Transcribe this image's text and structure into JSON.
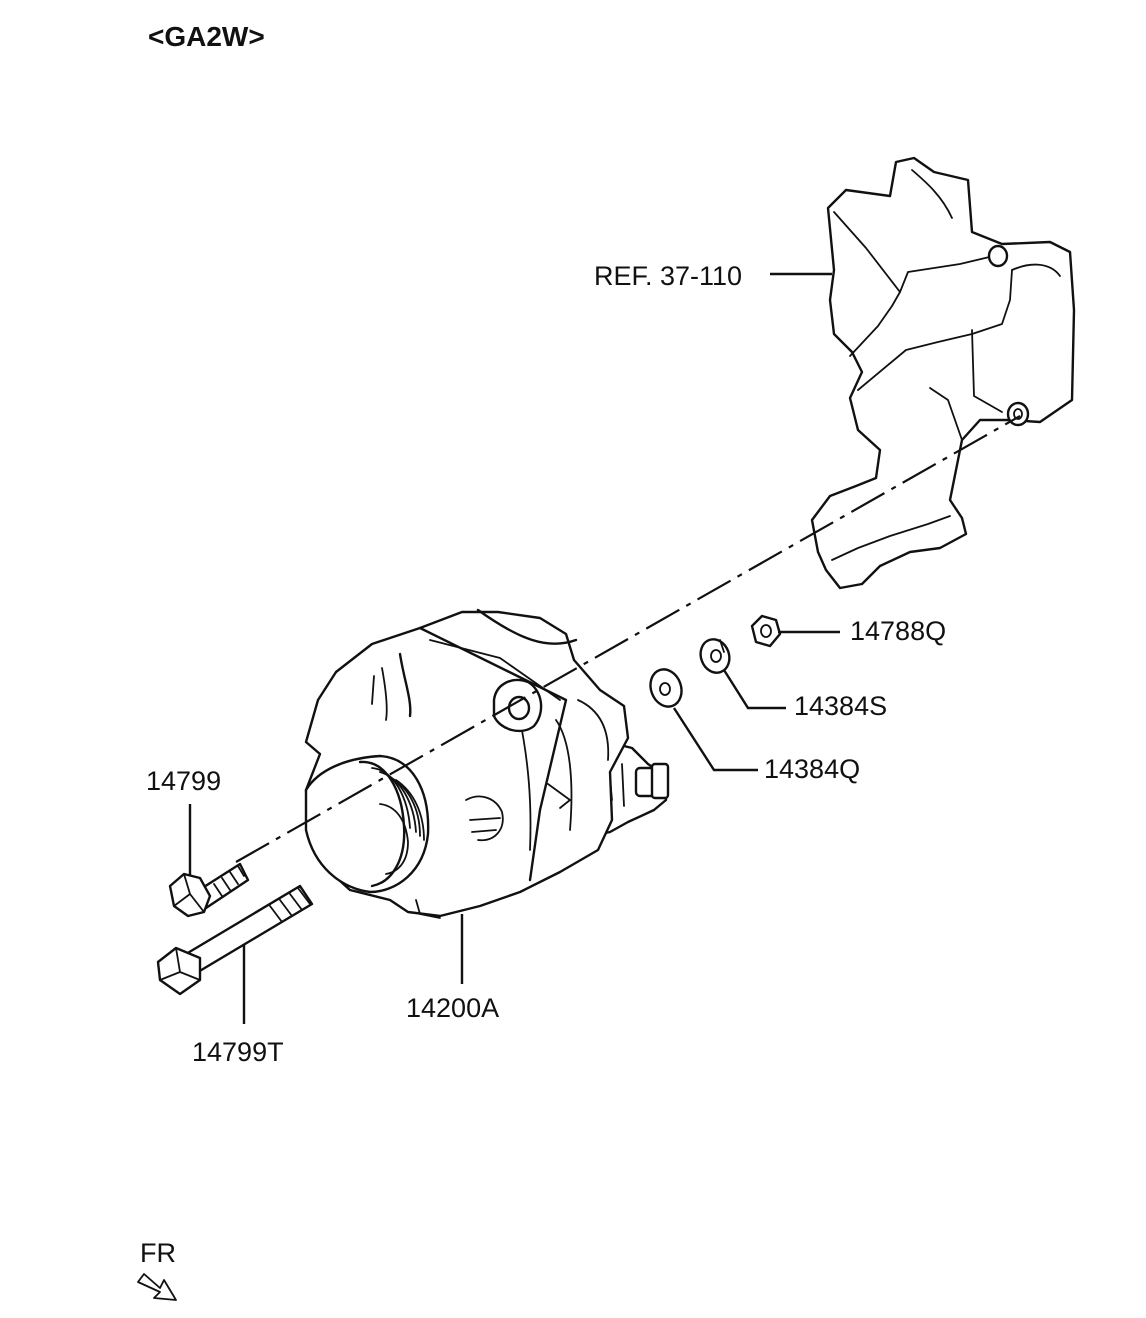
{
  "title": "<GA2W>",
  "labels": {
    "ref": "REF. 37-110",
    "nut": "14788Q",
    "lock_washer": "14384S",
    "washer": "14384Q",
    "bolt": "14799",
    "long_bolt": "14799T",
    "alternator": "14200A",
    "front": "FR"
  }
}
